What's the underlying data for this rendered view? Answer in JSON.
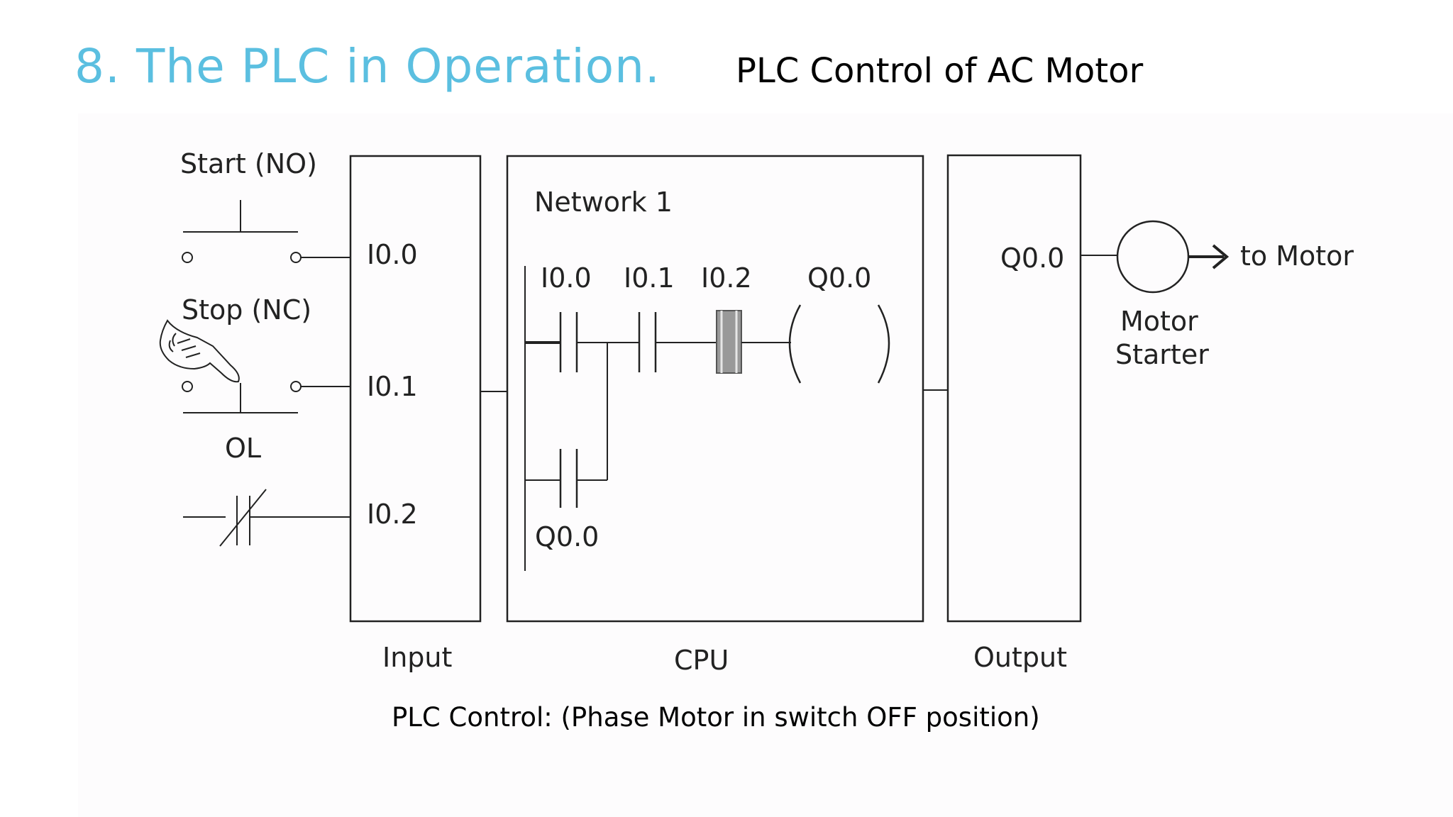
{
  "slide": {
    "title": "8. The PLC in Operation.",
    "subtitle": "PLC Control of AC Motor",
    "caption": "PLC Control: (Phase Motor in switch OFF position)"
  },
  "field_devices": {
    "start_label": "Start (NO)",
    "stop_label": "Stop (NC)",
    "ol_label": "OL"
  },
  "input_module": {
    "label": "Input",
    "terminals": [
      "I0.0",
      "I0.1",
      "I0.2"
    ]
  },
  "cpu": {
    "label": "CPU",
    "network_label": "Network 1",
    "contact_labels": [
      "I0.0",
      "I0.1",
      "I0.2"
    ],
    "coil_label": "Q0.0",
    "seal_in_label": "Q0.0"
  },
  "output_module": {
    "label": "Output",
    "terminal": "Q0.0"
  },
  "load": {
    "starter_line1": "Motor",
    "starter_line2": "Starter",
    "arrow_label": "to Motor"
  },
  "icons": [
    "pointing-hand-icon",
    "arrow-right-icon"
  ],
  "colors": {
    "title": "#5bbfe0",
    "highlight_contact": "#999999",
    "lines": "#222222"
  }
}
